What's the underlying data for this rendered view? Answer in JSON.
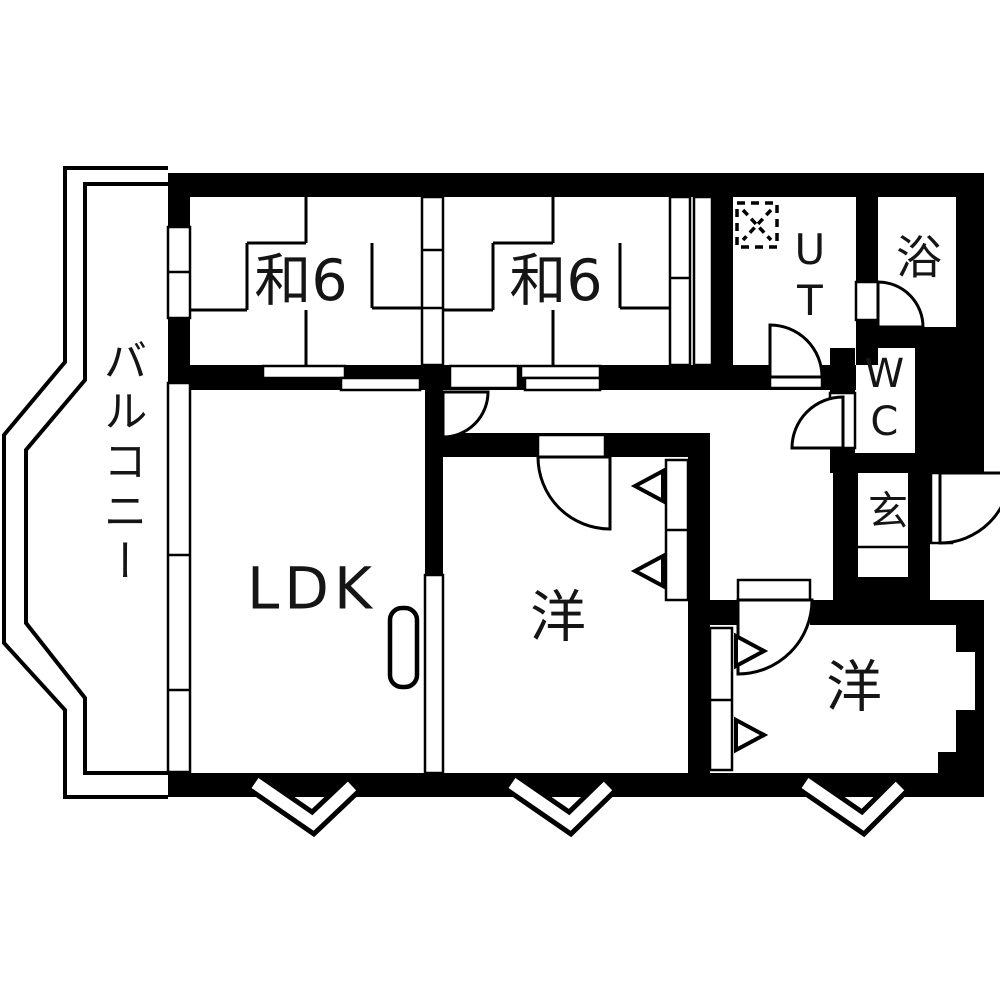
{
  "plan_title": "apartment-floor-plan",
  "balcony": {
    "label": "バルコニー"
  },
  "rooms": {
    "washitsu1": {
      "label": "和6"
    },
    "washitsu2": {
      "label": "和6"
    },
    "utility": {
      "label": "UT"
    },
    "bath": {
      "label": "浴"
    },
    "toilet": {
      "label": "WC"
    },
    "entrance": {
      "label": "玄"
    },
    "ldk": {
      "label": "LDK"
    },
    "western_center": {
      "label": "洋"
    },
    "western_right": {
      "label": "洋"
    }
  },
  "colors": {
    "wall": "#000000",
    "floor": "#ffffff",
    "line": "#151515"
  }
}
